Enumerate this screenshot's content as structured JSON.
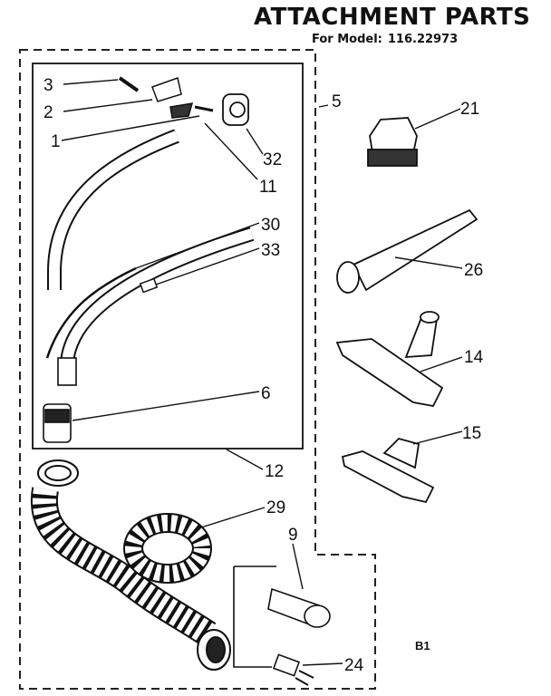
{
  "header": {
    "title": "ATTACHMENT PARTS",
    "model_label": "For Model:",
    "model_number": "116.22973"
  },
  "callouts": {
    "c3": "3",
    "c2": "2",
    "c1": "1",
    "c5": "5",
    "c21": "21",
    "c32": "32",
    "c11": "11",
    "c30": "30",
    "c33": "33",
    "c26": "26",
    "c14": "14",
    "c6": "6",
    "c15": "15",
    "c12": "12",
    "c29": "29",
    "c9": "9",
    "c24": "24"
  },
  "page_code": "B1"
}
